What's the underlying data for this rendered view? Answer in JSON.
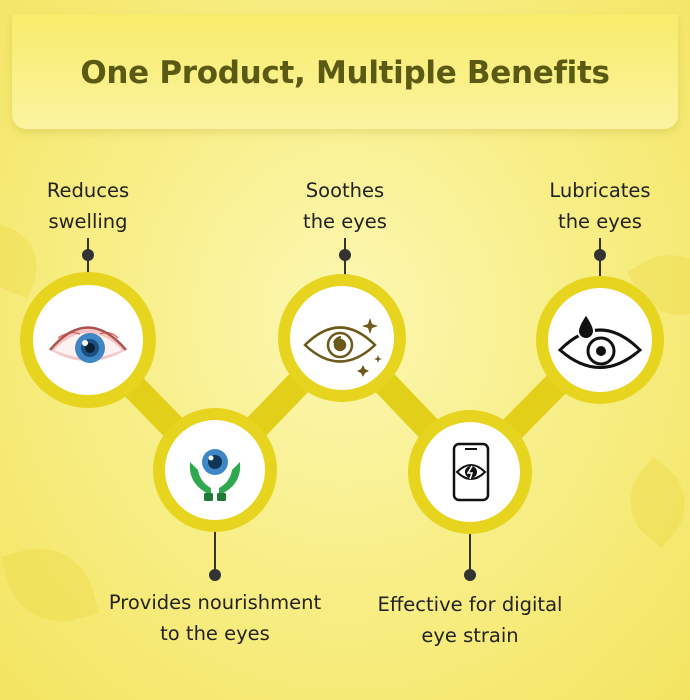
{
  "title": "One Product, Multiple Benefits",
  "colors": {
    "background": "#f8ef8a",
    "title_text": "#5a5a14",
    "ring": "#e6d41e",
    "connector": "#e2cf1a",
    "label_text": "#222222",
    "eye_iris": "#3f86c4",
    "hands": "#2fa84f"
  },
  "benefits": [
    {
      "line1": "Reduces",
      "line2": "swelling",
      "icon": "red-eye-icon"
    },
    {
      "line1": "Provides nourishment",
      "line2": "to the eyes",
      "icon": "eye-care-hands-icon"
    },
    {
      "line1": "Soothes",
      "line2": "the eyes",
      "icon": "sparkle-eye-icon"
    },
    {
      "line1": "Effective for digital",
      "line2": "eye strain",
      "icon": "phone-eye-strain-icon"
    },
    {
      "line1": "Lubricates",
      "line2": "the eyes",
      "icon": "eye-drop-icon"
    }
  ]
}
